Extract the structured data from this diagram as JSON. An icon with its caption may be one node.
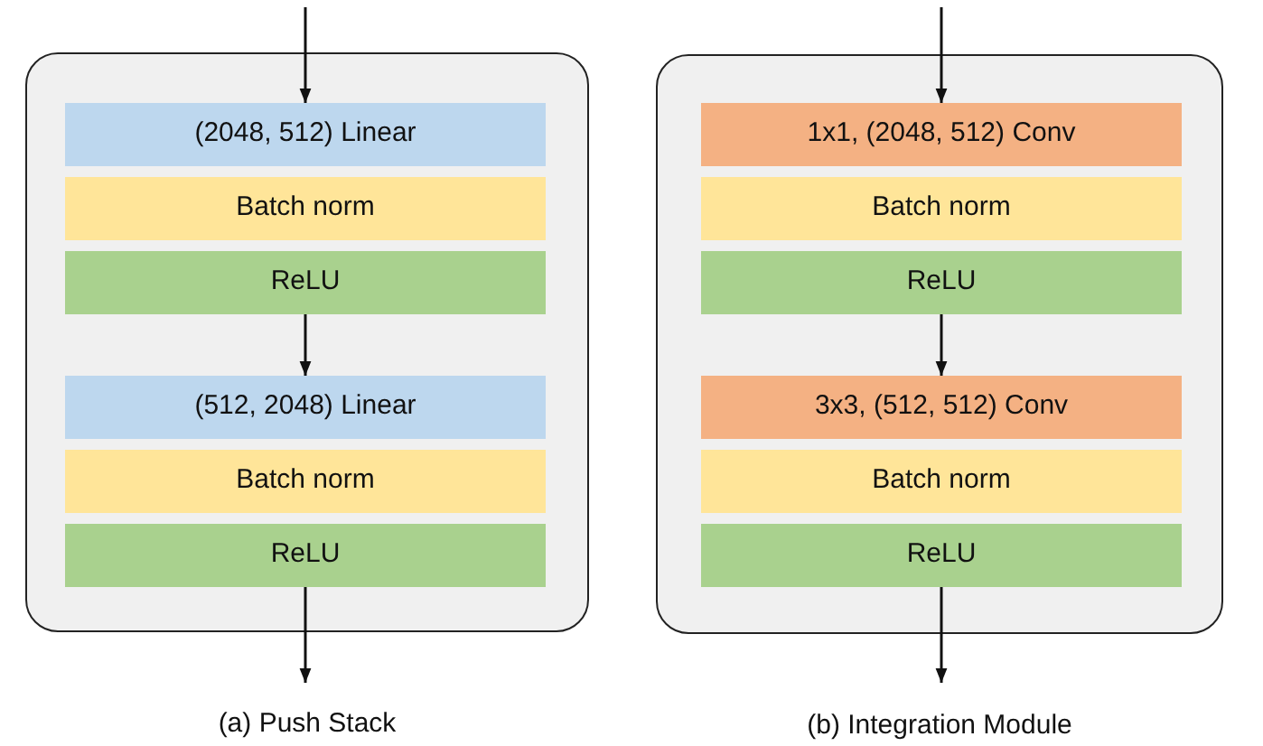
{
  "diagram": {
    "nodes": [
      {
        "text": [],
        "shape": "box",
        "beside": [
          "(a) Push Stack"
        ]
      },
      {
        "text": [
          "(2048, 512) Linear"
        ],
        "in": 0
      },
      {
        "text": [
          "Batch norm"
        ],
        "in": 0
      },
      {
        "text": [
          "ReLU"
        ],
        "in": 0
      },
      {
        "text": [
          "(512, 2048) Linear"
        ],
        "in": 0
      },
      {
        "text": [
          "Batch norm"
        ],
        "in": 0
      },
      {
        "text": [
          "ReLU"
        ],
        "in": 0
      },
      {
        "text": [],
        "shape": "box",
        "beside": [
          "(b) Integration Module"
        ]
      },
      {
        "text": [
          "1x1, (2048, 512) Conv"
        ],
        "in": 7
      },
      {
        "text": [
          "Batch norm"
        ],
        "in": 7
      },
      {
        "text": [
          "ReLU"
        ],
        "in": 7
      },
      {
        "text": [
          "3x3, (512, 512) Conv"
        ],
        "in": 7
      },
      {
        "text": [
          "Batch norm"
        ],
        "in": 7
      },
      {
        "text": [
          "ReLU"
        ],
        "in": 7
      }
    ],
    "edges": [
      {
        "from": null,
        "to": 1,
        "arrow": "to"
      },
      {
        "from": 3,
        "to": 4,
        "arrow": "to"
      },
      {
        "from": 6,
        "to": null,
        "arrow": "to"
      },
      {
        "from": null,
        "to": 8,
        "arrow": "to"
      },
      {
        "from": 10,
        "to": 11,
        "arrow": "to"
      },
      {
        "from": 13,
        "to": null,
        "arrow": "to"
      }
    ]
  }
}
